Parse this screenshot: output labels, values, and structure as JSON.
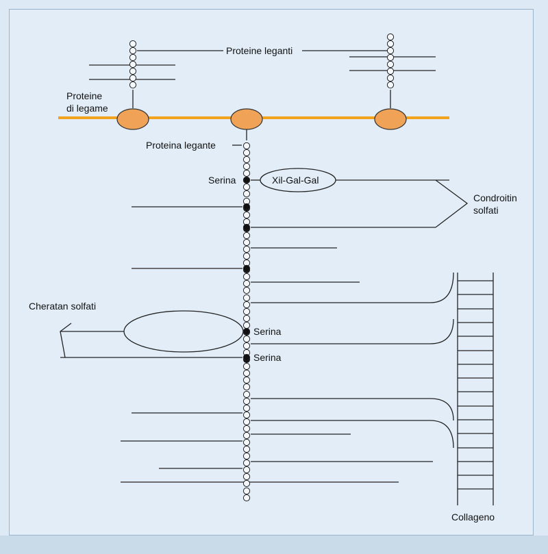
{
  "labels": {
    "proteine_leganti": "Proteine leganti",
    "proteine_di_legame_line1": "Proteine",
    "proteine_di_legame_line2": "di legame",
    "proteina_legante": "Proteina legante",
    "serina_top": "Serina",
    "xil_gal_gal": "Xil-Gal-Gal",
    "condroitin_line1": "Condroitin",
    "condroitin_line2": "solfati",
    "cheratan_solfati": "Cheratan solfati",
    "serina_mid1": "Serina",
    "serina_mid2": "Serina",
    "collageno": "Collageno"
  },
  "colors": {
    "background": "#e2edf7",
    "hyaluronan_line": "#f3a21b",
    "link_protein_fill": "#f0a357",
    "bead_stroke": "#222222",
    "serine_bead": "#111111"
  }
}
